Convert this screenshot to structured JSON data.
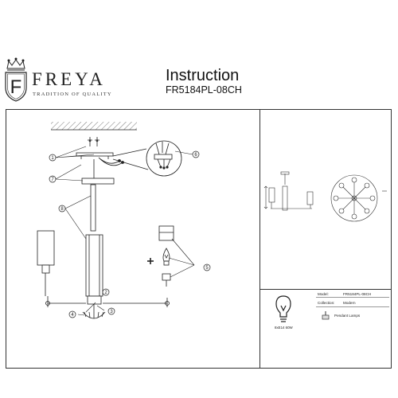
{
  "brand": {
    "name": "FREYA",
    "tagline": "TRADITION OF QUALITY",
    "monogram": "F"
  },
  "header": {
    "title": "Instruction",
    "model": "FR5184PL-08CH"
  },
  "diagram": {
    "callouts": [
      "1",
      "2",
      "3",
      "4",
      "5",
      "6",
      "7",
      "8"
    ]
  },
  "specs": {
    "model_label": "Model:",
    "model_value": "FR5184PL-08CH",
    "collection_label": "Collection:",
    "collection_value": "Modern",
    "type_value": "Pendant Lamps",
    "bulb_label": "8xE14 60W"
  },
  "icons": [
    "crown-icon",
    "bulb-icon",
    "plus-icon",
    "pendant-lamp-icon"
  ]
}
